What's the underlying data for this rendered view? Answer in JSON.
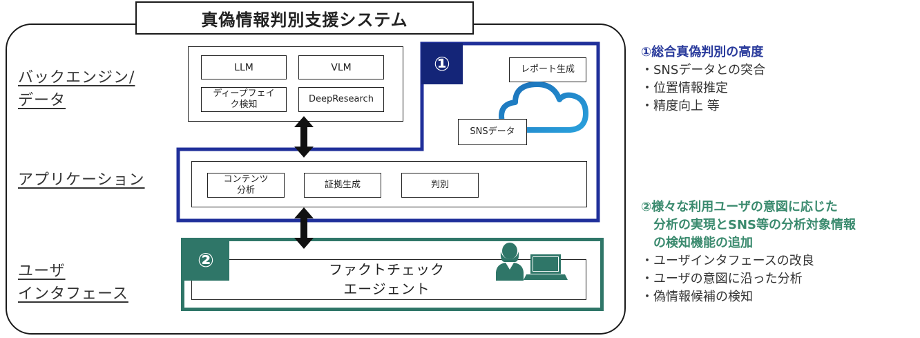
{
  "title": "真偽情報判別支援システム",
  "layers": {
    "backend": "バックエンジン/\nデータ",
    "application": "アプリケーション",
    "ui": "ユーザ\nインタフェース"
  },
  "backend_modules": {
    "llm": "LLM",
    "vlm": "VLM",
    "deepfake": "ディープフェイ\nク検知",
    "deepresearch": "DeepResearch"
  },
  "cloud_area": {
    "report": "レポート生成",
    "sns": "SNSデータ"
  },
  "app_modules": {
    "content": "コンテンツ\n分析",
    "evidence": "証拠生成",
    "judge": "判別"
  },
  "ui_module": {
    "agent": "ファクトチェック\nエージェント"
  },
  "badges": {
    "one": "①",
    "two": "②"
  },
  "right_panel": {
    "section1": {
      "heading": "①総合真偽判別の高度",
      "bullets": [
        "・SNSデータとの突合",
        "・位置情報推定",
        "・精度向上 等"
      ]
    },
    "section2": {
      "heading": "②様々な利用ユーザの意図に応じた\n　分析の実現とSNS等の分析対象情報\n　の検知機能の追加",
      "bullets": [
        "・ユーザインタフェースの改良",
        "・ユーザの意図に沿った分析",
        "・偽情報候補の検知"
      ]
    }
  },
  "colors": {
    "blue": "#1f2f9a",
    "navy": "#142578",
    "green": "#2f7668",
    "heading_green": "#3a8a6e",
    "heading_blue": "#2a3b9c",
    "cloud_dark": "#1b6fb8",
    "cloud_light": "#2aa0dc"
  }
}
